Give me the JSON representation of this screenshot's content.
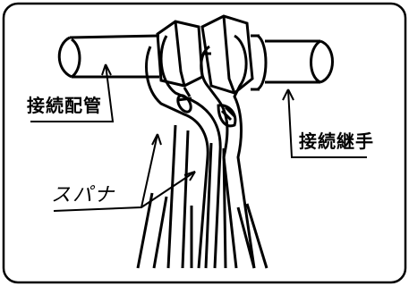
{
  "labels": {
    "connection_pipe": "接続配管",
    "connection_joint": "接続継手",
    "spanner": "スパナ"
  }
}
